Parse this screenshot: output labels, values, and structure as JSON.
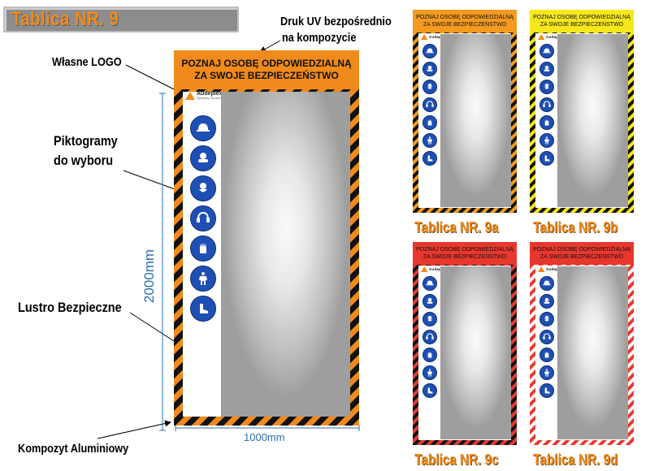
{
  "page": {
    "title": "Tablica NR. 9"
  },
  "callouts": {
    "uv_print": "Druk UV bezpośrednio",
    "uv_print_2": "na kompozycie",
    "own_logo": "Własne LOGO",
    "pictograms_1": "Piktogramy",
    "pictograms_2": "do wyboru",
    "mirror": "Lustro Bezpieczne",
    "composite": "Kompozyt Aluminiowy"
  },
  "dimensions": {
    "height": "2000mm",
    "width": "1000mm"
  },
  "main_board": {
    "header_line1": "POZNAJ OSOBĘ ODPOWIEDZIALNĄ",
    "header_line2": "ZA SWOJE BEZPIECZEŃSTWO",
    "logo_text": "Audeplex",
    "logo_sub": "Systemy Ochrony"
  },
  "pictograms": [
    "hard-hat-icon",
    "safety-goggles-icon",
    "face-mask-icon",
    "ear-protection-icon",
    "gloves-icon",
    "protective-suit-icon",
    "safety-boots-icon"
  ],
  "variants": [
    {
      "label": "Tablica NR. 9a",
      "header_color": "#f39a1f",
      "stripe_a": "#f39a1f",
      "stripe_b": "#111111",
      "header_line1": "POZNAJ OSOBĘ ODPOWIEDZIALNĄ",
      "header_line2": "ZA SWOJE BEZPIECZEŃSTWO",
      "logo_text": "Audeplex"
    },
    {
      "label": "Tablica NR. 9b",
      "header_color": "#f6e71c",
      "stripe_a": "#f6e71c",
      "stripe_b": "#111111",
      "header_line1": "POZNAJ OSOBĘ ODPOWIEDZIALNĄ",
      "header_line2": "ZA SWOJE BEZPIECZEŃSTWO",
      "logo_text": "Audeplex"
    },
    {
      "label": "Tablica NR. 9c",
      "header_color": "#e8382e",
      "stripe_a": "#e8382e",
      "stripe_b": "#111111",
      "header_line1": "POZNAJ OSOBĘ ODPOWIEDZIALNĄ",
      "header_line2": "ZA SWOJE BEZPIECZEŃSTWO",
      "logo_text": "Audeplex"
    },
    {
      "label": "Tablica NR. 9d",
      "header_color": "#e8382e",
      "stripe_a": "#e8382e",
      "stripe_b": "#ffffff",
      "header_line1": "POZNAJ OSOBĘ ODPOWIEDZIALNĄ",
      "header_line2": "ZA SWOJE BEZPIECZEŃSTWO",
      "logo_text": "Audeplex"
    }
  ],
  "colors": {
    "accent_orange": "#f08a1c",
    "dimension_blue": "#2a6fb0",
    "pictogram_blue": "#1e4fb4"
  }
}
